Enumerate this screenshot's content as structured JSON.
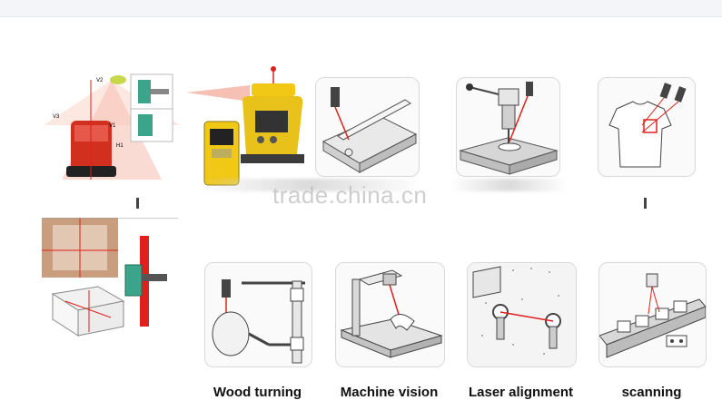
{
  "watermark": "trade.china.cn",
  "captions": {
    "wood_turning": "Wood turning",
    "machine_vision": "Machine vision",
    "laser_alignment": "Laser alignment",
    "scanning": "scanning"
  },
  "colors": {
    "laser_red": "#e0201b",
    "device_yellow": "#e8c21a",
    "device_green": "#3aa58a"
  },
  "device_labels": {
    "v1": "V1",
    "v2": "V2",
    "v3": "V3",
    "h1": "H1"
  }
}
